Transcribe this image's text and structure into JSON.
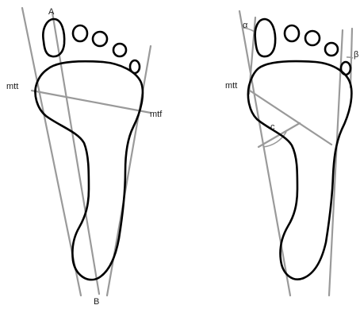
{
  "figure": {
    "left_panel": {
      "labels": {
        "top_point": "A",
        "bottom_point": "B",
        "medial_point": "mtt",
        "lateral_point": "mtf"
      }
    },
    "right_panel": {
      "labels": {
        "hallux_angle": "α",
        "fifth_toe_angle": "β",
        "medial_point": "mtt",
        "forefoot_angle": "c"
      }
    },
    "colors": {
      "outline": "#000000",
      "guide_lines": "#9a9a9a",
      "background": "#ffffff"
    }
  }
}
